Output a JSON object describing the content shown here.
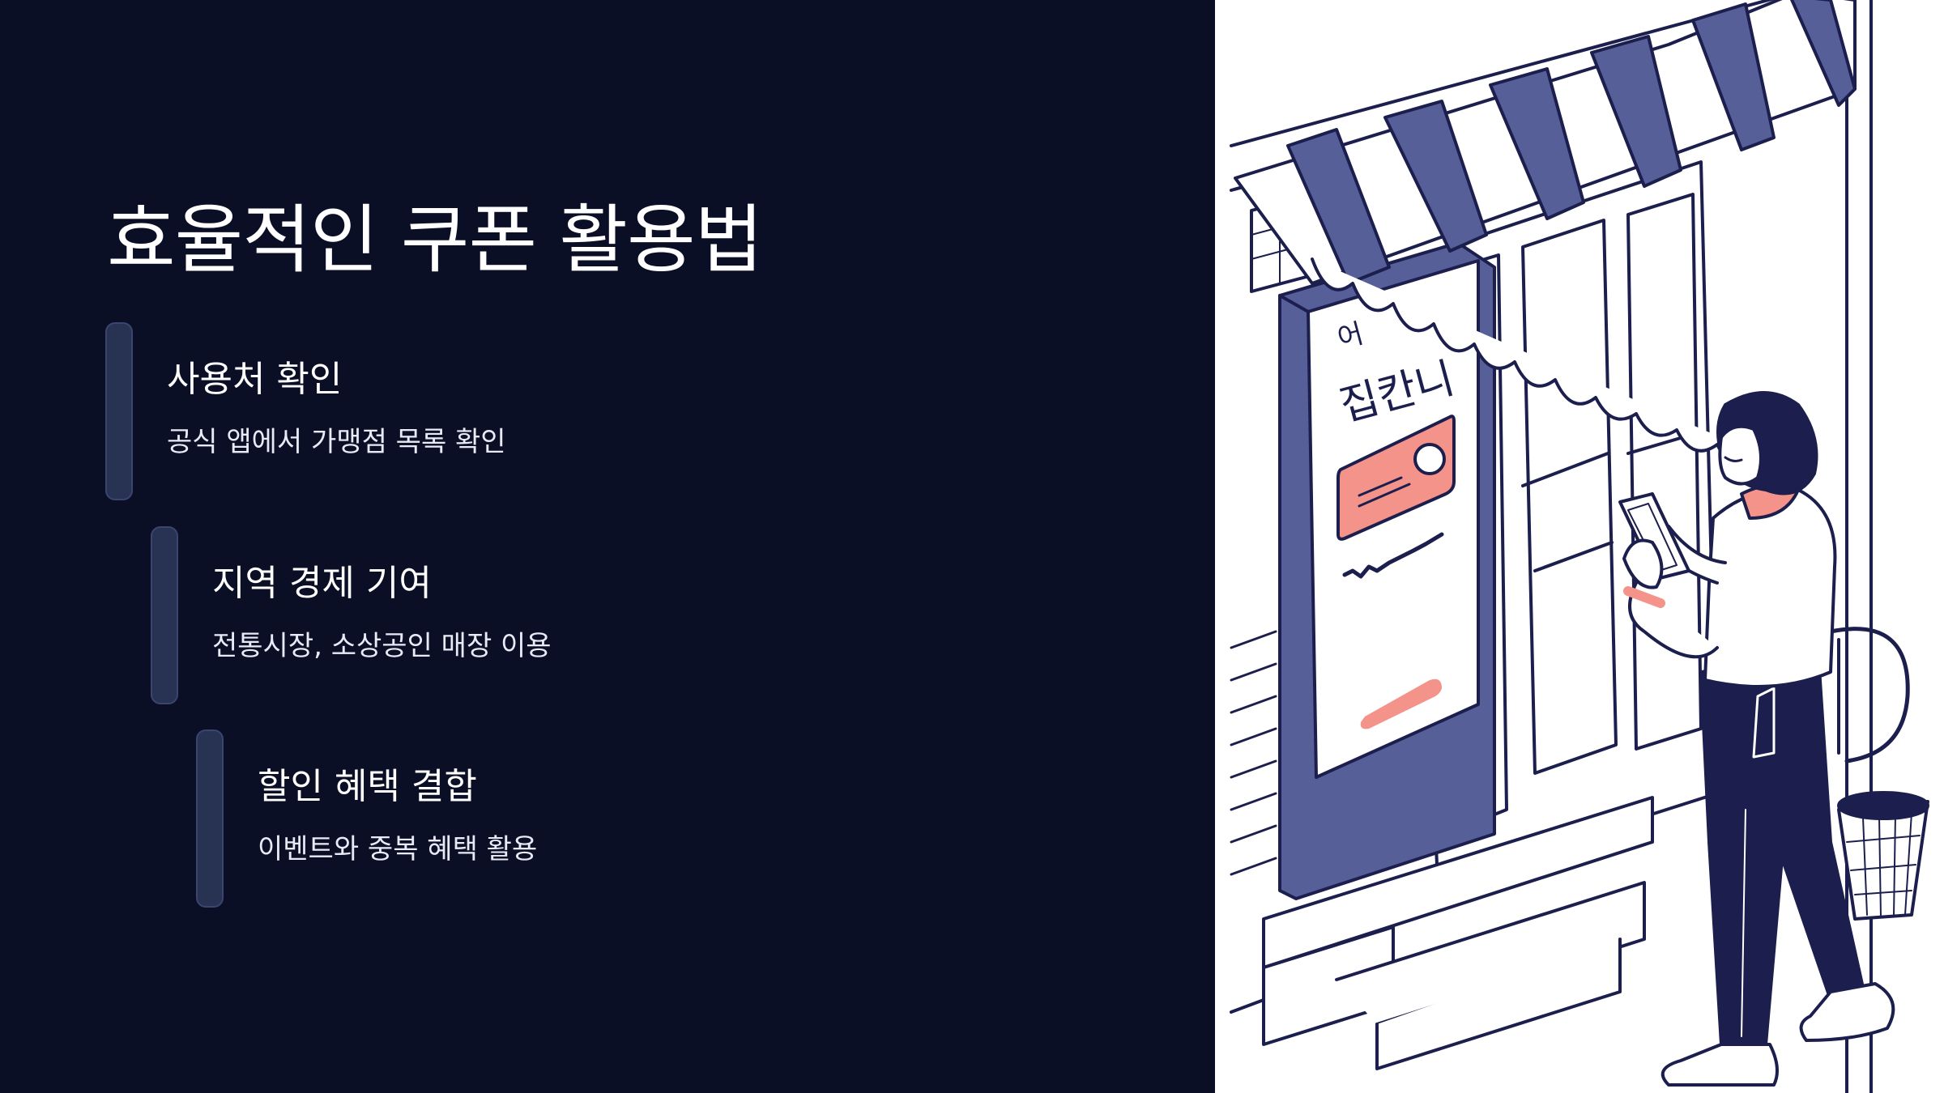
{
  "slide": {
    "title": "효율적인 쿠폰 활용법",
    "items": [
      {
        "title": "사용처 확인",
        "desc": "공식 앱에서 가맹점 목록 확인"
      },
      {
        "title": "지역 경제 기여",
        "desc": "전통시장, 소상공인 매장 이용"
      },
      {
        "title": "할인 혜택 결합",
        "desc": "이벤트와 중복 혜택 활용"
      }
    ]
  },
  "illustration": {
    "sign_line1": "어",
    "sign_line2": "집칸니",
    "colors": {
      "navy": "#1c1f4d",
      "awning_blue": "#565f98",
      "coral": "#f4938a",
      "background": "#0b0f26"
    }
  }
}
